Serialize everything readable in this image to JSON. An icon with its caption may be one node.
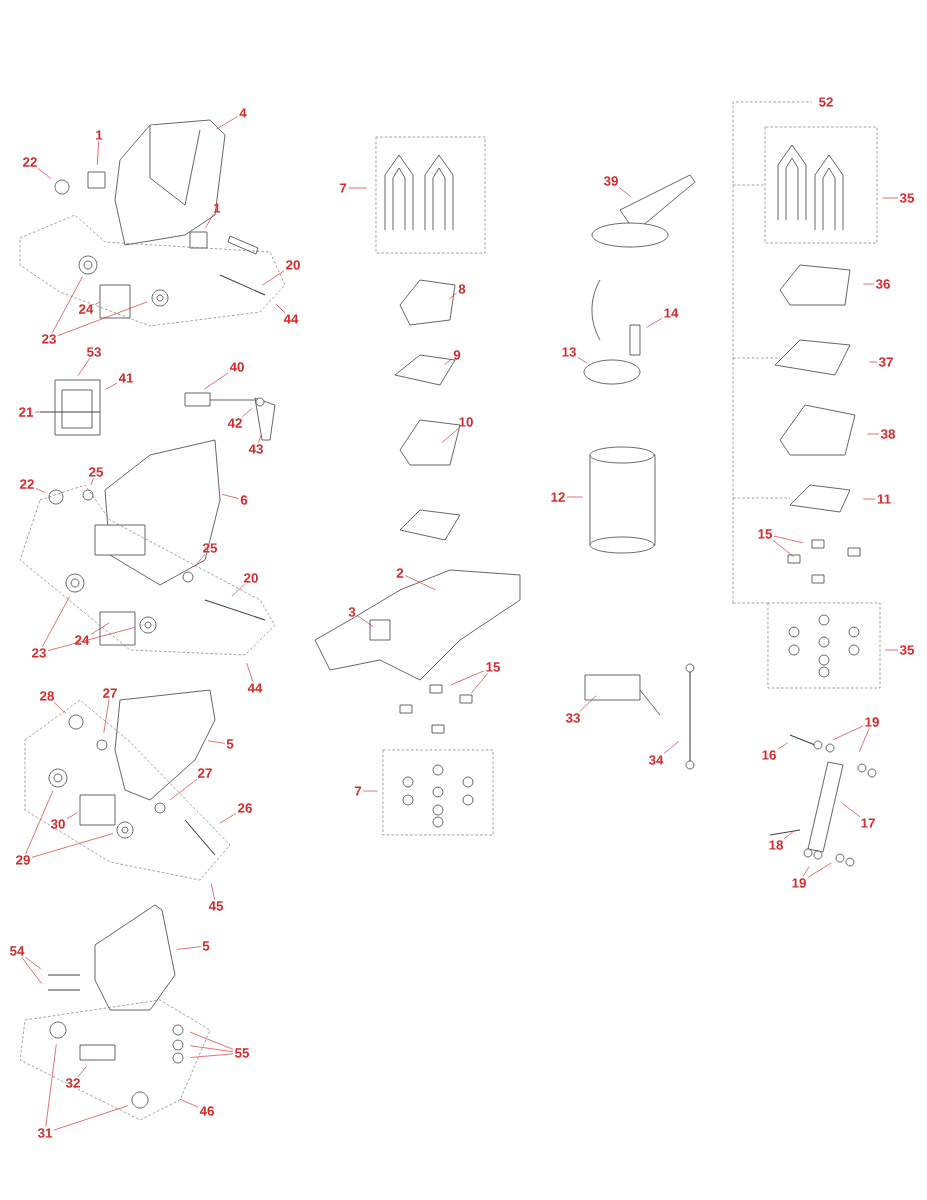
{
  "diagram": {
    "nodes": [
      {
        "text": [
          "4"
        ]
      },
      {
        "text": [
          "1"
        ]
      },
      {
        "text": [
          "22"
        ]
      },
      {
        "text": [
          "1"
        ]
      },
      {
        "text": [
          "20"
        ]
      },
      {
        "text": [
          "24"
        ]
      },
      {
        "text": [
          "23"
        ]
      },
      {
        "text": [
          "44"
        ]
      },
      {
        "text": [
          "53"
        ]
      },
      {
        "text": [
          "41"
        ]
      },
      {
        "text": [
          "21"
        ]
      },
      {
        "text": [
          "40"
        ]
      },
      {
        "text": [
          "42"
        ]
      },
      {
        "text": [
          "43"
        ]
      },
      {
        "text": [
          "25"
        ]
      },
      {
        "text": [
          "22"
        ]
      },
      {
        "text": [
          "6"
        ]
      },
      {
        "text": [
          "25"
        ]
      },
      {
        "text": [
          "20"
        ]
      },
      {
        "text": [
          "24"
        ]
      },
      {
        "text": [
          "23"
        ]
      },
      {
        "text": [
          "44"
        ]
      },
      {
        "text": [
          "28"
        ]
      },
      {
        "text": [
          "27"
        ]
      },
      {
        "text": [
          "5"
        ]
      },
      {
        "text": [
          "27"
        ]
      },
      {
        "text": [
          "26"
        ]
      },
      {
        "text": [
          "30"
        ]
      },
      {
        "text": [
          "29"
        ]
      },
      {
        "text": [
          "45"
        ]
      },
      {
        "text": [
          "5"
        ]
      },
      {
        "text": [
          "54"
        ]
      },
      {
        "text": [
          "55"
        ]
      },
      {
        "text": [
          "32"
        ]
      },
      {
        "text": [
          "46"
        ]
      },
      {
        "text": [
          "31"
        ]
      },
      {
        "text": [
          "7"
        ]
      },
      {
        "text": [
          "8"
        ]
      },
      {
        "text": [
          "9"
        ]
      },
      {
        "text": [
          "10"
        ]
      },
      {
        "text": [
          "2"
        ]
      },
      {
        "text": [
          "3"
        ]
      },
      {
        "text": [
          "15"
        ]
      },
      {
        "text": [
          "7"
        ]
      },
      {
        "text": [
          "39"
        ]
      },
      {
        "text": [
          "14"
        ]
      },
      {
        "text": [
          "13"
        ]
      },
      {
        "text": [
          "12"
        ]
      },
      {
        "text": [
          "52"
        ]
      },
      {
        "text": [
          "35"
        ]
      },
      {
        "text": [
          "36"
        ]
      },
      {
        "text": [
          "37"
        ]
      },
      {
        "text": [
          "38"
        ]
      },
      {
        "text": [
          "11"
        ]
      },
      {
        "text": [
          "15"
        ]
      },
      {
        "text": [
          "35"
        ]
      },
      {
        "text": [
          "33"
        ]
      },
      {
        "text": [
          "34"
        ]
      },
      {
        "text": [
          "16"
        ]
      },
      {
        "text": [
          "19"
        ]
      },
      {
        "text": [
          "17"
        ]
      },
      {
        "text": [
          "18"
        ]
      },
      {
        "text": [
          "19"
        ]
      }
    ],
    "edges": [
      {
        "from": 0,
        "to": null,
        "arrow": "none"
      },
      {
        "from": 1,
        "to": null,
        "arrow": "none"
      },
      {
        "from": 2,
        "to": null,
        "arrow": "none"
      },
      {
        "from": 3,
        "to": null,
        "arrow": "none"
      },
      {
        "from": 4,
        "to": null,
        "arrow": "none"
      },
      {
        "from": 5,
        "to": null,
        "arrow": "none"
      },
      {
        "from": 6,
        "to": null,
        "arrow": "none"
      },
      {
        "from": 6,
        "to": null,
        "arrow": "none"
      },
      {
        "from": 7,
        "to": null,
        "arrow": "none"
      },
      {
        "from": 8,
        "to": null,
        "arrow": "none"
      },
      {
        "from": 9,
        "to": null,
        "arrow": "none"
      },
      {
        "from": 10,
        "to": null,
        "arrow": "none"
      },
      {
        "from": 11,
        "to": null,
        "arrow": "none"
      },
      {
        "from": 12,
        "to": null,
        "arrow": "none"
      },
      {
        "from": 13,
        "to": null,
        "arrow": "none"
      },
      {
        "from": 14,
        "to": null,
        "arrow": "none"
      },
      {
        "from": 15,
        "to": null,
        "arrow": "none"
      },
      {
        "from": 16,
        "to": null,
        "arrow": "none"
      },
      {
        "from": 17,
        "to": null,
        "arrow": "none"
      },
      {
        "from": 18,
        "to": null,
        "arrow": "none"
      },
      {
        "from": 19,
        "to": null,
        "arrow": "none"
      },
      {
        "from": 20,
        "to": null,
        "arrow": "none"
      },
      {
        "from": 20,
        "to": null,
        "arrow": "none"
      },
      {
        "from": 21,
        "to": null,
        "arrow": "none"
      },
      {
        "from": 22,
        "to": null,
        "arrow": "none"
      },
      {
        "from": 23,
        "to": null,
        "arrow": "none"
      },
      {
        "from": 24,
        "to": null,
        "arrow": "none"
      },
      {
        "from": 25,
        "to": null,
        "arrow": "none"
      },
      {
        "from": 26,
        "to": null,
        "arrow": "none"
      },
      {
        "from": 27,
        "to": null,
        "arrow": "none"
      },
      {
        "from": 28,
        "to": null,
        "arrow": "none"
      },
      {
        "from": 28,
        "to": null,
        "arrow": "none"
      },
      {
        "from": 29,
        "to": null,
        "arrow": "none"
      },
      {
        "from": 30,
        "to": null,
        "arrow": "none"
      },
      {
        "from": 31,
        "to": null,
        "arrow": "none"
      },
      {
        "from": 31,
        "to": null,
        "arrow": "none"
      },
      {
        "from": 32,
        "to": null,
        "arrow": "none"
      },
      {
        "from": 32,
        "to": null,
        "arrow": "none"
      },
      {
        "from": 32,
        "to": null,
        "arrow": "none"
      },
      {
        "from": 33,
        "to": null,
        "arrow": "none"
      },
      {
        "from": 34,
        "to": null,
        "arrow": "none"
      },
      {
        "from": 35,
        "to": null,
        "arrow": "none"
      },
      {
        "from": 35,
        "to": null,
        "arrow": "none"
      },
      {
        "from": 36,
        "to": null,
        "arrow": "none"
      },
      {
        "from": 37,
        "to": null,
        "arrow": "none"
      },
      {
        "from": 38,
        "to": null,
        "arrow": "none"
      },
      {
        "from": 39,
        "to": null,
        "arrow": "none"
      },
      {
        "from": 40,
        "to": null,
        "arrow": "none"
      },
      {
        "from": 41,
        "to": null,
        "arrow": "none"
      },
      {
        "from": 42,
        "to": null,
        "arrow": "none"
      },
      {
        "from": 42,
        "to": null,
        "arrow": "none"
      },
      {
        "from": 43,
        "to": null,
        "arrow": "none"
      },
      {
        "from": 44,
        "to": null,
        "arrow": "none"
      },
      {
        "from": 45,
        "to": null,
        "arrow": "none"
      },
      {
        "from": 46,
        "to": null,
        "arrow": "none"
      },
      {
        "from": 47,
        "to": null,
        "arrow": "none"
      },
      {
        "from": 49,
        "to": null,
        "arrow": "none"
      },
      {
        "from": 50,
        "to": null,
        "arrow": "none"
      },
      {
        "from": 51,
        "to": null,
        "arrow": "none"
      },
      {
        "from": 52,
        "to": null,
        "arrow": "none"
      },
      {
        "from": 53,
        "to": null,
        "arrow": "none"
      },
      {
        "from": 54,
        "to": null,
        "arrow": "none"
      },
      {
        "from": 54,
        "to": null,
        "arrow": "none"
      },
      {
        "from": 55,
        "to": null,
        "arrow": "none"
      },
      {
        "from": 56,
        "to": null,
        "arrow": "none"
      },
      {
        "from": 57,
        "to": null,
        "arrow": "none"
      },
      {
        "from": 58,
        "to": null,
        "arrow": "none"
      },
      {
        "from": 59,
        "to": null,
        "arrow": "none"
      },
      {
        "from": 59,
        "to": null,
        "arrow": "none"
      },
      {
        "from": 60,
        "to": null,
        "arrow": "none"
      },
      {
        "from": 61,
        "to": null,
        "arrow": "none"
      },
      {
        "from": 62,
        "to": null,
        "arrow": "none"
      },
      {
        "from": 62,
        "to": null,
        "arrow": "none"
      }
    ]
  }
}
